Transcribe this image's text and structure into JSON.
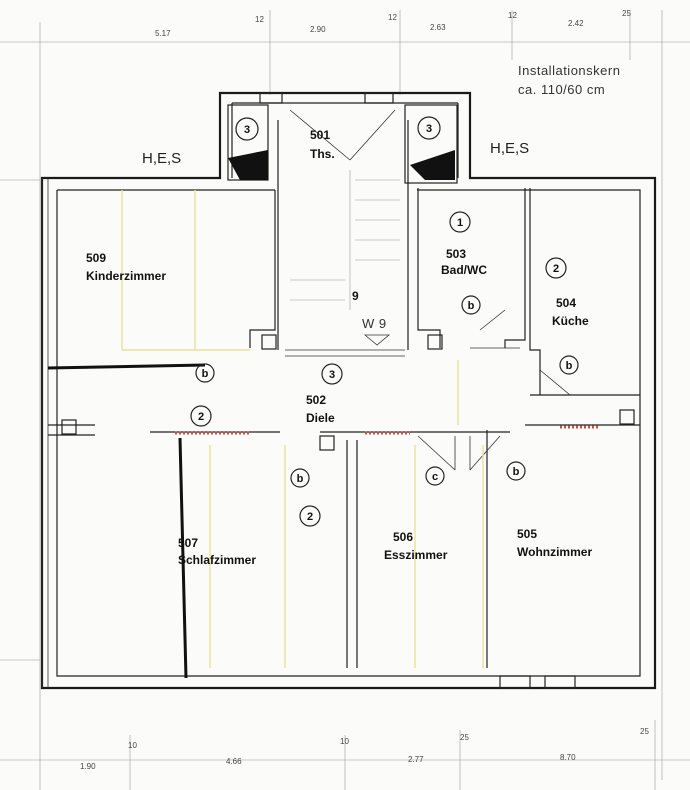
{
  "dimensions_top": {
    "d1": "5.17",
    "d2": "12",
    "d3": "2.90",
    "d4": "12",
    "d5": "2.63",
    "d6": "12",
    "d7": "2.42",
    "d8": "25"
  },
  "dimensions_bottom": {
    "d1": "1.90",
    "d2": "10",
    "d3": "4.66",
    "d4": "10",
    "d5": "25",
    "d6": "2.77",
    "d7": "8.70",
    "d8": "25"
  },
  "annotation": {
    "line1": "Installationskern",
    "line2": "ca. 110/60 cm"
  },
  "hes": {
    "left": "H,E,S",
    "right": "H,E,S"
  },
  "rooms": {
    "r501": {
      "num": "501",
      "name": "Ths."
    },
    "r509": {
      "num": "509",
      "name": "Kinderzimmer"
    },
    "r503": {
      "num": "503",
      "name": "Bad/WC"
    },
    "r504": {
      "num": "504",
      "name": "Küche"
    },
    "r502": {
      "num": "502",
      "name": "Diele"
    },
    "r507": {
      "num": "507",
      "name": "Schlafzimmer"
    },
    "r506": {
      "num": "506",
      "name": "Esszimmer"
    },
    "r505": {
      "num": "505",
      "name": "Wohnzimmer"
    }
  },
  "markers": {
    "m3a": "3",
    "m3b": "3",
    "m3c": "3",
    "m1": "1",
    "m2a": "2",
    "m2b": "2",
    "m2c": "2",
    "mba": "b",
    "mbb": "b",
    "mbc": "b",
    "mbd": "b",
    "mbe": "b",
    "mc": "c"
  },
  "stair": {
    "label": "9",
    "w": "W 9"
  }
}
